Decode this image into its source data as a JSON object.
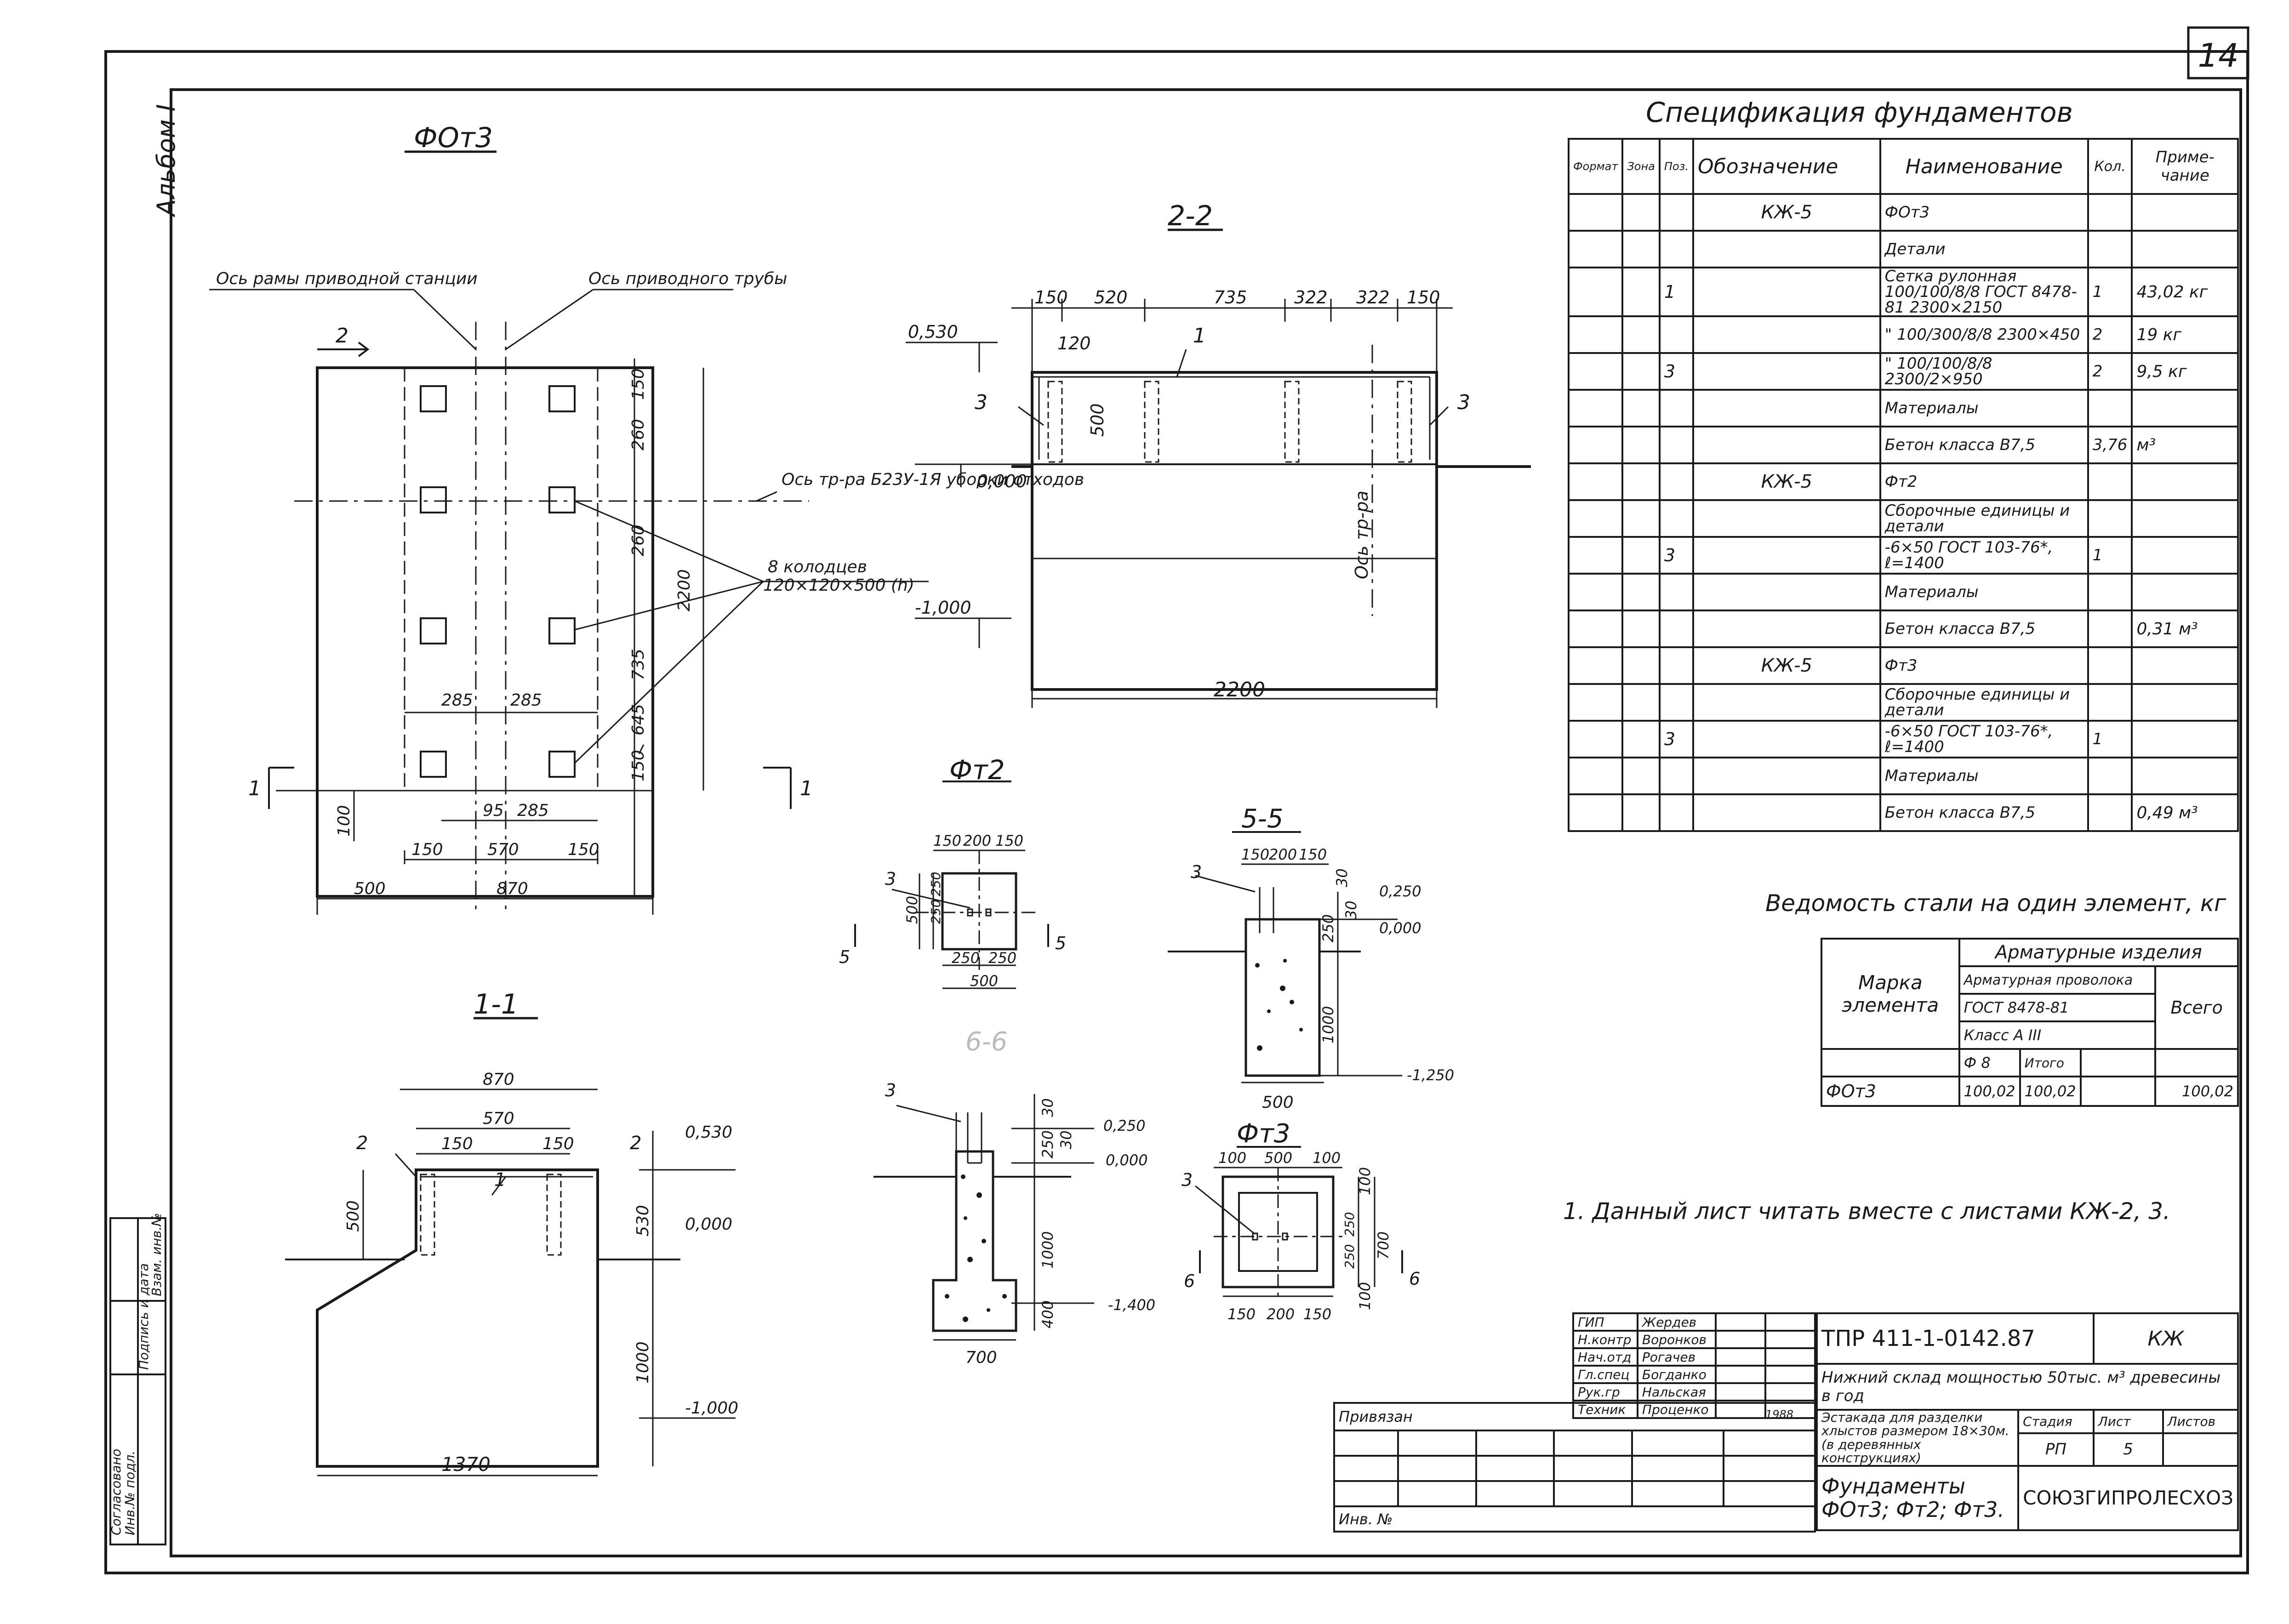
{
  "sheet": {
    "page_number": "14",
    "vertical_note": "Альбом I"
  },
  "drawings": {
    "fom3_plan": {
      "title": "ФОт3",
      "axis_frame": "Ось рамы приводной станции",
      "axis_drive": "Ось приводного трубы",
      "axis_conveyor": "Ось тр-ра Б23У-1Я уборки отходов",
      "wells_note_1": "8 колодцев",
      "wells_note_2": "120×120×500 (h)",
      "dims": {
        "d150a": "150",
        "d260a": "260",
        "d260b": "260",
        "d735": "735",
        "d2200": "2200",
        "d645": "645",
        "d150b": "150",
        "d285a": "285",
        "d285b": "285",
        "d95": "95",
        "d285c": "285",
        "d150c": "150",
        "d570": "570",
        "d150d": "150",
        "d500": "500",
        "d870": "870",
        "d100": "100"
      },
      "mark_2": "2",
      "mark_1a": "1",
      "mark_1b": "1"
    },
    "section_22": {
      "title": "2-2",
      "dims": {
        "a": "150",
        "b": "520",
        "c": "735",
        "d": "322",
        "e": "322",
        "f": "150",
        "g": "120",
        "h": "500",
        "w": "2200"
      },
      "lv_0530": "0,530",
      "lv_0000": "0,000",
      "lv_m1000": "-1,000",
      "mark_1": "1",
      "mark_3a": "3",
      "mark_3b": "3",
      "axis": "Ось тр-ра"
    },
    "section_11": {
      "title": "1-1",
      "dims": {
        "d870": "870",
        "d570": "570",
        "d150a": "150",
        "d150b": "150",
        "d500": "500",
        "d530": "530",
        "d1000": "1000",
        "d1370": "1370"
      },
      "lv_0530": "0,530",
      "lv_0000": "0,000",
      "lv_m1000": "-1,000",
      "mark_2a": "2",
      "mark_2b": "2",
      "mark_1": "1"
    },
    "fm2_plan": {
      "title": "Фт2",
      "dims": {
        "a": "150",
        "b": "200",
        "c": "150",
        "d": "500",
        "e": "250",
        "f": "250",
        "g": "250",
        "h": "250",
        "w": "500"
      },
      "mark_3": "3",
      "mark_5a": "5",
      "mark_5b": "5"
    },
    "section_66": {
      "title": "6-6",
      "dims": {
        "d30": "30",
        "d250": "250",
        "d30b": "30",
        "d1000": "1000",
        "d400": "400",
        "d700": "700"
      },
      "lv_0250": "0,250",
      "lv_0000": "0,000",
      "lv_m1400": "-1,400",
      "mark_3": "3"
    },
    "section_55": {
      "title": "5-5",
      "dims": {
        "a": "150",
        "b": "200",
        "c": "150",
        "d30": "30",
        "d250": "250",
        "d30b": "30",
        "d1000": "1000",
        "d500": "500"
      },
      "lv_0250": "0,250",
      "lv_0000": "0,000",
      "lv_m1250": "-1,250",
      "mark_3": "3"
    },
    "fm3_plan": {
      "title": "Фт3",
      "dims": {
        "a": "100",
        "b": "500",
        "c": "100",
        "d": "100",
        "e": "250",
        "f": "250",
        "g": "100",
        "h": "700",
        "i": "150",
        "j": "200",
        "k": "150"
      },
      "mark_3": "3",
      "mark_6a": "6",
      "mark_6b": "6"
    }
  },
  "spec": {
    "title": "Спецификация фундаментов",
    "headers": {
      "format": "Формат",
      "zone": "Зона",
      "pos": "Поз.",
      "designation": "Обозначение",
      "name": "Наименование",
      "qty": "Кол.",
      "note": "Приме-чание"
    },
    "rows": [
      {
        "pos": "",
        "designation": "КЖ-5",
        "name": "ФОт3",
        "qty": "",
        "note": ""
      },
      {
        "pos": "",
        "designation": "",
        "name": "Детали",
        "qty": "",
        "note": ""
      },
      {
        "pos": "1",
        "designation": "",
        "name": "Сетка рулонная 100/100/8/8 ГОСТ 8478-81  2300×2150",
        "qty": "1",
        "note": "43,02 кг"
      },
      {
        "pos": "",
        "designation": "",
        "name": "\"  100/300/8/8  2300×450",
        "qty": "2",
        "note": "19 кг"
      },
      {
        "pos": "3",
        "designation": "",
        "name": "\"  100/100/8/8  2300/2×950",
        "qty": "2",
        "note": "9,5 кг"
      },
      {
        "pos": "",
        "designation": "",
        "name": "Материалы",
        "qty": "",
        "note": ""
      },
      {
        "pos": "",
        "designation": "",
        "name": "Бетон класса В7,5",
        "qty": "3,76",
        "note": "м³"
      },
      {
        "pos": "",
        "designation": "КЖ-5",
        "name": "Фт2",
        "qty": "",
        "note": ""
      },
      {
        "pos": "",
        "designation": "",
        "name": "Сборочные единицы и детали",
        "qty": "",
        "note": ""
      },
      {
        "pos": "3",
        "designation": "",
        "name": "-6×50 ГОСТ 103-76*, ℓ=1400",
        "qty": "1",
        "note": ""
      },
      {
        "pos": "",
        "designation": "",
        "name": "Материалы",
        "qty": "",
        "note": ""
      },
      {
        "pos": "",
        "designation": "",
        "name": "Бетон класса В7,5",
        "qty": "",
        "note": "0,31 м³"
      },
      {
        "pos": "",
        "designation": "КЖ-5",
        "name": "Фт3",
        "qty": "",
        "note": ""
      },
      {
        "pos": "",
        "designation": "",
        "name": "Сборочные единицы и детали",
        "qty": "",
        "note": ""
      },
      {
        "pos": "3",
        "designation": "",
        "name": "-6×50 ГОСТ 103-76*, ℓ=1400",
        "qty": "1",
        "note": ""
      },
      {
        "pos": "",
        "designation": "",
        "name": "Материалы",
        "qty": "",
        "note": ""
      },
      {
        "pos": "",
        "designation": "",
        "name": "Бетон класса В7,5",
        "qty": "",
        "note": "0,49 м³"
      }
    ]
  },
  "steel": {
    "title": "Ведомость стали на один элемент, кг",
    "mark_header": "Марка элемента",
    "group": "Арматурные изделия",
    "sub1": "Арматурная проволока",
    "gost": "ГОСТ 8478-81",
    "cls": "Класс А III",
    "dia": "Ф 8",
    "itogo": "Итого",
    "vsego": "Всего",
    "row_mark": "ФОт3",
    "row_d8": "100,02",
    "row_itogo": "100,02",
    "row_vsego": "100,02"
  },
  "note": "1. Данный лист читать вместе с листами КЖ-2, 3.",
  "stamp": {
    "doc_code": "ТПР 411-1-0142.87",
    "set": "КЖ",
    "object": "Нижний склад мощностью 50тыс. м³ древесины в год",
    "structure": "Эстакада для разделки хлыстов размером 18×30м. (в деревянных конструкциях)",
    "sheet_title": "Фундаменты ФОт3; Фт2; Фт3.",
    "org": "СОЮЗГИПРОЛЕСХОЗ",
    "stage_label": "Стадия",
    "sheet_label": "Лист",
    "sheets_label": "Листов",
    "stage": "РП",
    "sheet": "5",
    "sheets": "",
    "year": "1988",
    "privyazan": "Привязан",
    "inv": "Инв. №",
    "roles": [
      {
        "role": "ГИП",
        "name": "Жердев"
      },
      {
        "role": "Н.контр",
        "name": "Воронков"
      },
      {
        "role": "Нач.отд",
        "name": "Рогачев"
      },
      {
        "role": "Гл.спец",
        "name": "Богданко"
      },
      {
        "role": "Рук.гр",
        "name": "Нальская"
      },
      {
        "role": "Техник",
        "name": "Проценко"
      }
    ],
    "side_labels": {
      "soglasovano": "Согласовано",
      "inv_podl": "Инв.№ подл.",
      "podpis": "Подпись и дата",
      "vzam": "Взам. инв.№"
    }
  }
}
